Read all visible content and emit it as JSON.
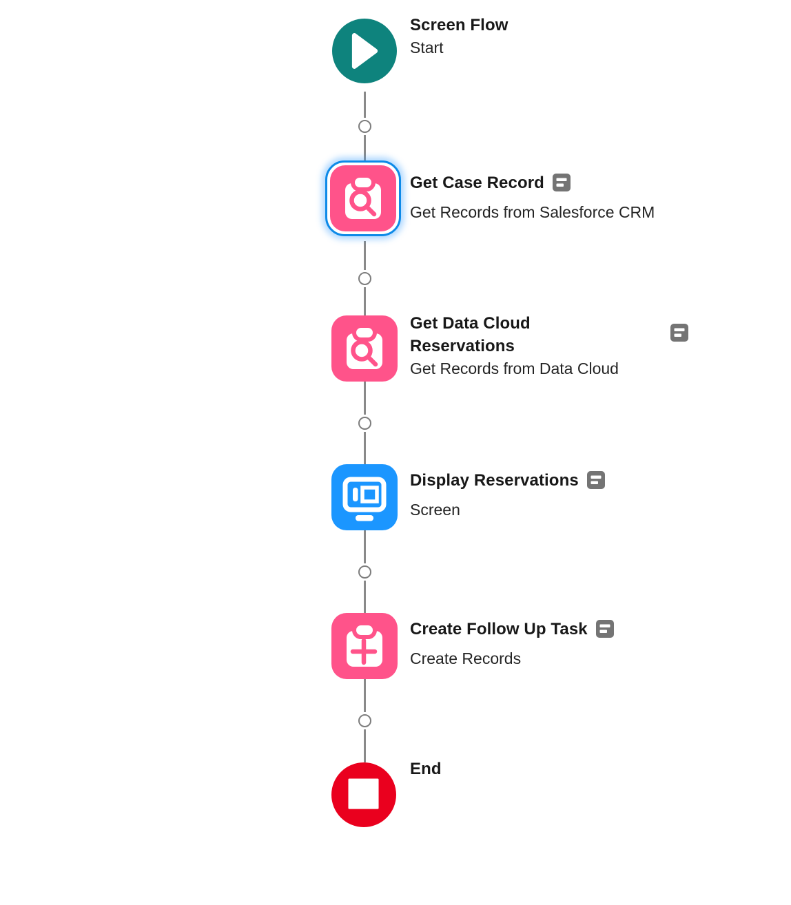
{
  "app": "Flow Builder Canvas",
  "flow": {
    "nodes": [
      {
        "id": "start",
        "type": "start",
        "title": "Screen Flow",
        "subtitle": "Start",
        "selected": false,
        "has_description_icon": false
      },
      {
        "id": "get-case-record",
        "type": "get-records",
        "title": "Get Case Record",
        "subtitle": "Get Records from Salesforce CRM",
        "selected": true,
        "has_description_icon": true
      },
      {
        "id": "get-data-cloud-reservations",
        "type": "get-records",
        "title": "Get Data Cloud Reservations",
        "subtitle": "Get Records from Data Cloud",
        "selected": false,
        "has_description_icon": true
      },
      {
        "id": "display-reservations",
        "type": "screen",
        "title": "Display Reservations",
        "subtitle": "Screen",
        "selected": false,
        "has_description_icon": true
      },
      {
        "id": "create-follow-up-task",
        "type": "create-records",
        "title": "Create Follow Up Task",
        "subtitle": "Create Records",
        "selected": false,
        "has_description_icon": true
      },
      {
        "id": "end",
        "type": "end",
        "title": "End",
        "subtitle": "",
        "selected": false,
        "has_description_icon": false
      }
    ],
    "connector_count": 5,
    "icons": {
      "start": "play-icon",
      "get-records": "clipboard-search-icon",
      "screen": "screen-icon",
      "create-records": "clipboard-add-icon",
      "end": "stop-square-icon",
      "description": "description-icon",
      "add_node": "add-node-dot"
    },
    "colors": {
      "start_teal": "#0e837d",
      "data_pink": "#ff538a",
      "screen_blue": "#1b96ff",
      "end_red": "#ea001e",
      "selection_border": "#0d8ae8",
      "selection_glow": "rgba(56,158,255,0.38)",
      "connector_gray": "#8a8a8a",
      "description_gray": "#747474",
      "text": "#181818",
      "canvas_bg": "#ffffff"
    }
  }
}
